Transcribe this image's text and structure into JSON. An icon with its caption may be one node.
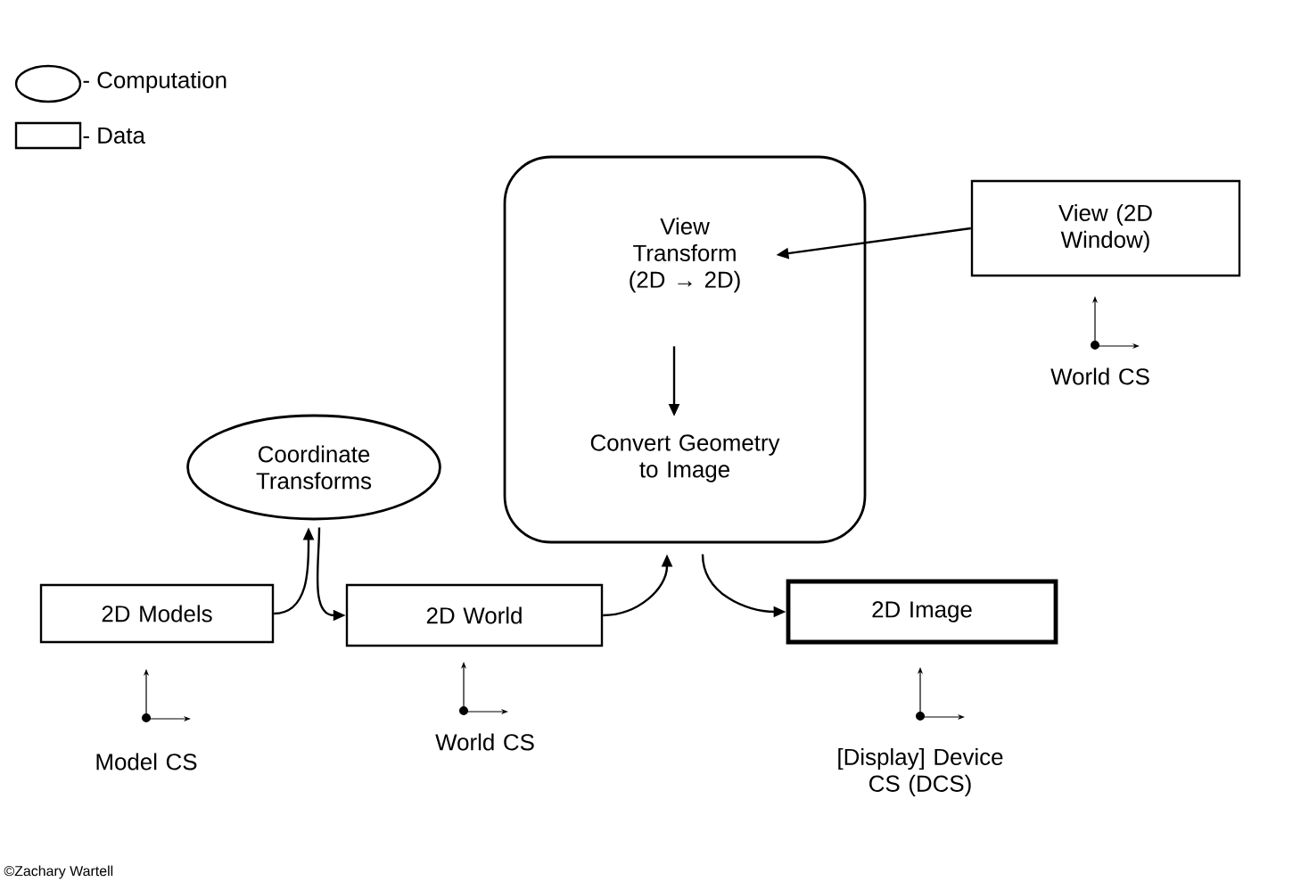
{
  "diagram": {
    "nodes": [
      {
        "text": [],
        "shape": "box"
      },
      {
        "text": [
          "View Transform (2D → 2D)"
        ],
        "in": 0
      },
      {
        "text": [
          "Convert Geometry to Image"
        ],
        "in": 0
      },
      {
        "text": [
          "View (2D Window)"
        ]
      },
      {
        "text": [
          "Coordinate Transforms"
        ]
      },
      {
        "text": [
          "2D Models"
        ]
      },
      {
        "text": [
          "2D World"
        ]
      },
      {
        "text": [
          "2D Image"
        ]
      }
    ],
    "edges": [
      {
        "from": 3,
        "to": 1,
        "arrow": "to"
      },
      {
        "from": 1,
        "to": 2,
        "arrow": "to"
      },
      {
        "from": 5,
        "to": 4,
        "arrow": "to"
      },
      {
        "from": 4,
        "to": 6,
        "arrow": "to"
      },
      {
        "from": 6,
        "to": 0,
        "arrow": "to"
      },
      {
        "from": 0,
        "to": 7,
        "arrow": "to"
      }
    ],
    "labels": [
      "World CS",
      "Model CS",
      "World CS",
      "[Display] Device CS (DCS)",
      "©Zachary Wartell"
    ],
    "legend": [
      {
        "text": "- Computation"
      },
      {
        "text": "- Data"
      }
    ]
  }
}
